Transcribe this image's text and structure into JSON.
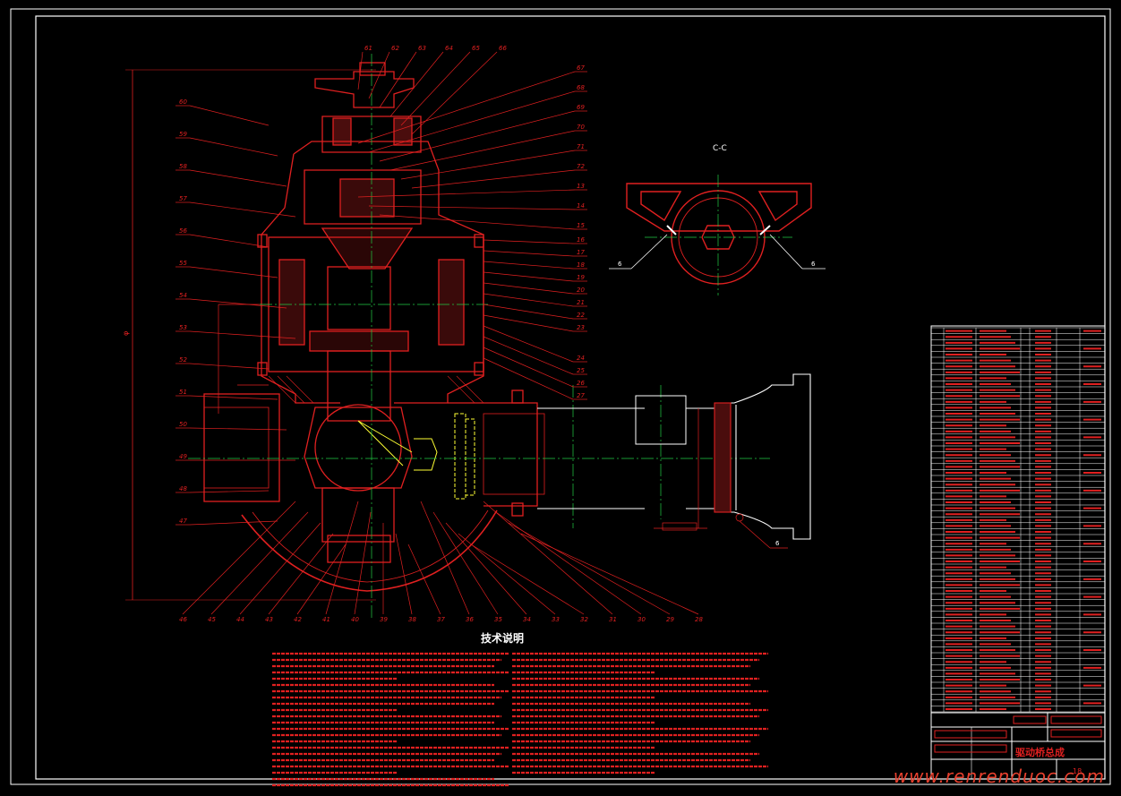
{
  "drawing": {
    "section_label": "C-C",
    "notes_heading": "技术说明",
    "title_block_name": "驱动桥总成",
    "sheet_no": "18",
    "watermark": "www.renrenduoc.com",
    "weld_symbols": [
      "6",
      "6",
      "6"
    ]
  },
  "colors": {
    "background": "#000000",
    "frame": "#ffffff",
    "outline": "#e02020",
    "center_line": "#22cc44",
    "dimension": "#e02020",
    "aux": "#ffff33"
  },
  "balloons_top": [
    "61",
    "62",
    "63",
    "64",
    "65",
    "66",
    "67",
    "68",
    "69",
    "70",
    "71",
    "72",
    "13",
    "14",
    "15"
  ],
  "balloons_right": [
    "16",
    "17",
    "18",
    "19",
    "20",
    "21",
    "22",
    "23",
    "24",
    "25",
    "26",
    "27"
  ],
  "balloons_left": [
    "60",
    "59",
    "58",
    "57",
    "56",
    "55",
    "54",
    "53",
    "52",
    "51",
    "50",
    "49",
    "48",
    "47"
  ],
  "balloons_bottom": [
    "46",
    "45",
    "44",
    "43",
    "42",
    "41",
    "40",
    "39",
    "38",
    "37",
    "36",
    "35",
    "34",
    "33",
    "32",
    "31",
    "30",
    "29",
    "28"
  ]
}
